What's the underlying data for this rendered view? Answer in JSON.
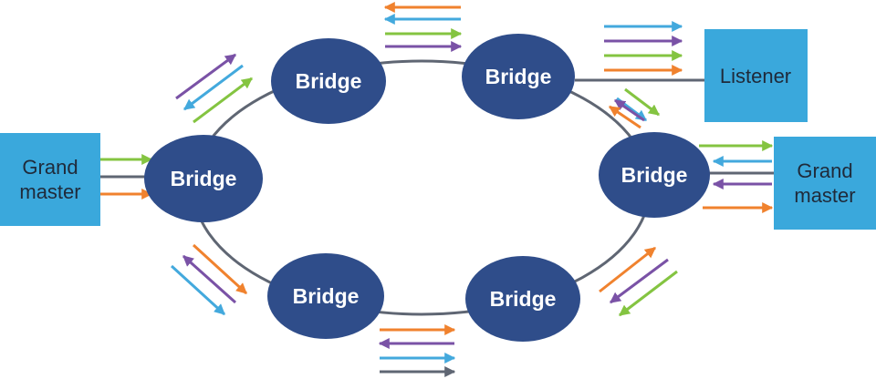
{
  "colors": {
    "node_fill": "#2f4d8a",
    "box_fill": "#3aa8dc",
    "ring": "#5f6673",
    "green": "#84c441",
    "orange": "#f0822e",
    "blue": "#43a9dd",
    "purple": "#7a52a6",
    "gray": "#5f6673"
  },
  "bridges": [
    {
      "id": "b-left",
      "label": "Bridge"
    },
    {
      "id": "b-top-left",
      "label": "Bridge"
    },
    {
      "id": "b-top-right",
      "label": "Bridge"
    },
    {
      "id": "b-right",
      "label": "Bridge"
    },
    {
      "id": "b-bottom-right",
      "label": "Bridge"
    },
    {
      "id": "b-bottom-left",
      "label": "Bridge"
    }
  ],
  "endpoints": {
    "grandmaster_left": {
      "line1": "Grand",
      "line2": "master"
    },
    "grandmaster_right": {
      "line1": "Grand",
      "line2": "master"
    },
    "listener": {
      "label": "Listener"
    }
  }
}
